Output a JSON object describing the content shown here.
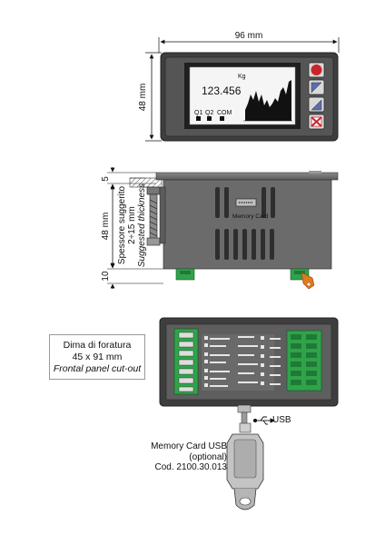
{
  "front_view": {
    "width_dim": "96 mm",
    "height_dim": "48 mm",
    "display": {
      "unit": "Kg",
      "value": "123.456",
      "status_labels": [
        "Q1",
        "Q2",
        "COM"
      ]
    },
    "buttons": [
      "circle-button",
      "triangle-button",
      "triangle-up-button",
      "cross-button"
    ]
  },
  "side_view": {
    "dim_top": "5",
    "dim_height": "48 mm",
    "dim_bottom": "10",
    "thickness_it": "Spessore suggerito",
    "thickness_range": "2÷15 mm",
    "thickness_en": "Suggested thickness",
    "slot_label": "Memory Card"
  },
  "rear_view": {
    "cutout_title": "Dima di foratura",
    "cutout_size": "45 x 91 mm",
    "cutout_en": "Frontal panel cut-out",
    "usb_label": "USB",
    "memory_card_caption": [
      "Memory Card  USB",
      "(optional)",
      "Cod. 2100.30.013"
    ]
  },
  "colors": {
    "housing": "#4a4a4a",
    "bezel": "#3a3a3a",
    "display_bg": "#f4f4f4",
    "terminal_green": "#2fa34a",
    "button_red": "#c8262c",
    "button_blue": "#5a6fa8",
    "connector_orange": "#e07a1c"
  }
}
